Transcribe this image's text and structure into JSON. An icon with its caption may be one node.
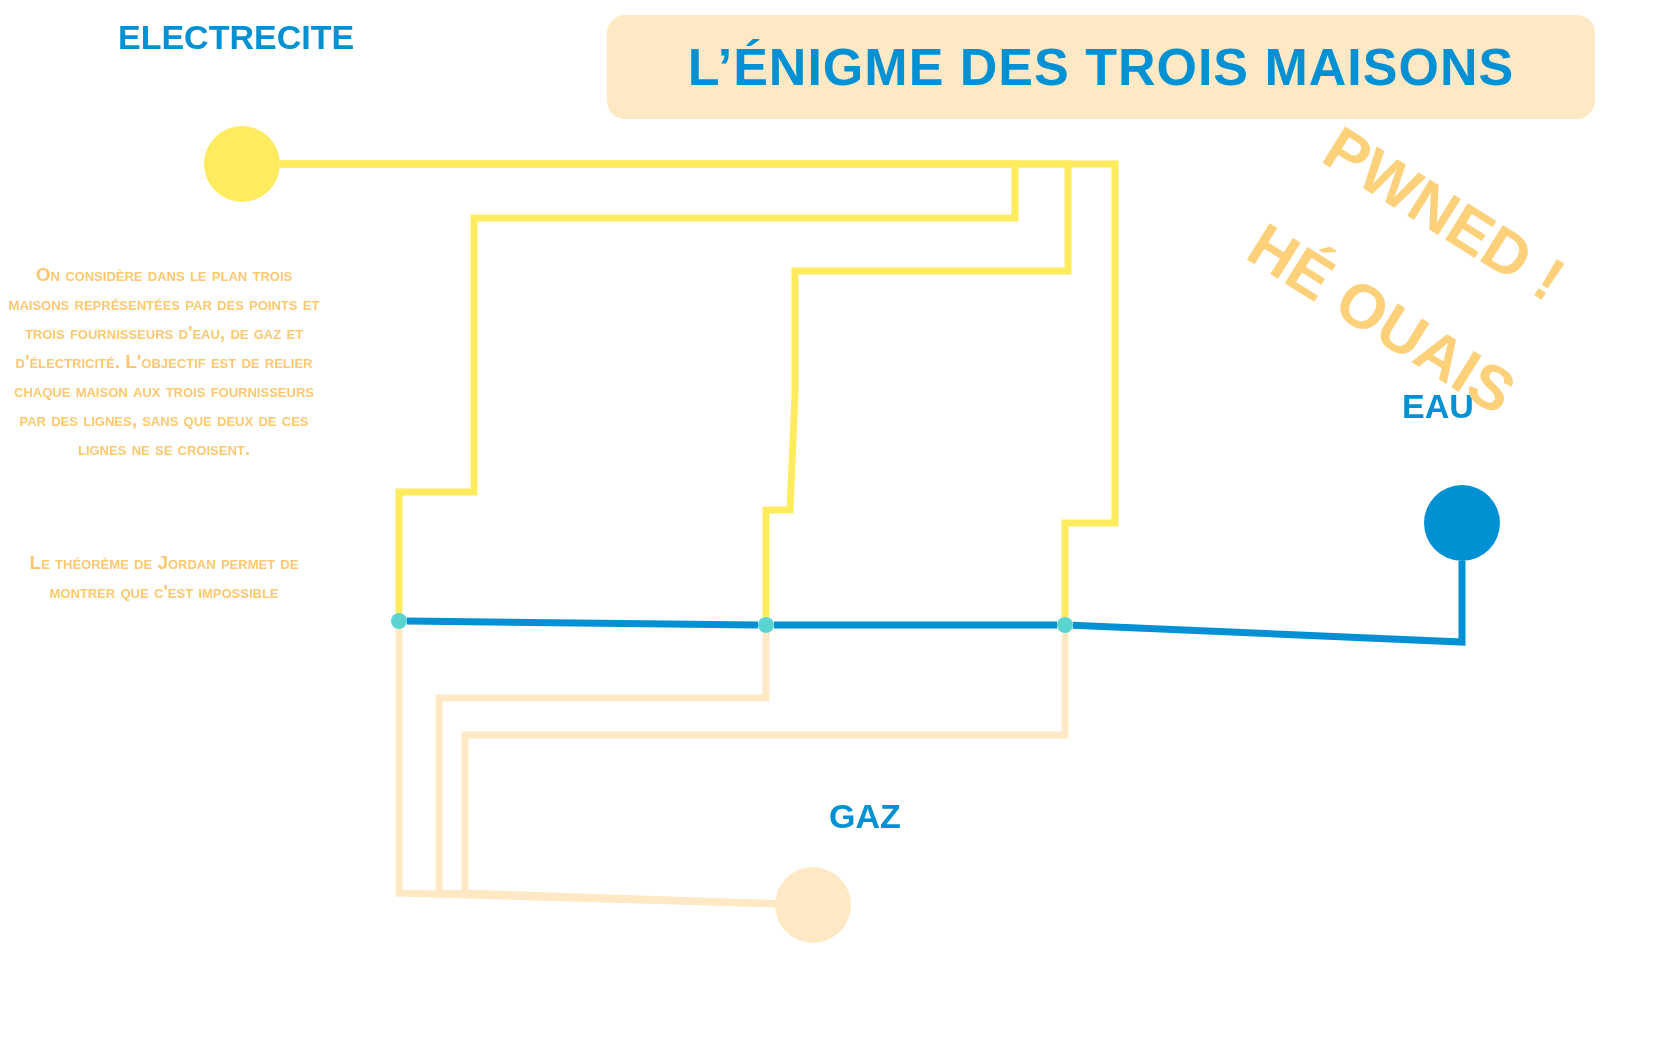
{
  "diagram": {
    "title": "L’ÉNIGME DES TROIS MAISONS",
    "nodes": [
      {
        "text": [
          "ELECTRECITE"
        ]
      },
      {
        "text": [
          "EAU"
        ]
      },
      {
        "text": [
          "GAZ"
        ]
      },
      {
        "text": [],
        "shape": "circle"
      },
      {
        "text": [],
        "shape": "circle"
      },
      {
        "text": [],
        "shape": "circle"
      }
    ],
    "edges": [
      {
        "from": 0,
        "to": 3,
        "arrow": "none",
        "color": "#ffec5e"
      },
      {
        "from": 0,
        "to": 4,
        "arrow": "none",
        "color": "#ffec5e"
      },
      {
        "from": 0,
        "to": 5,
        "arrow": "none",
        "color": "#ffec5e"
      },
      {
        "from": 1,
        "to": 5,
        "arrow": "none",
        "color": "#0090d4"
      },
      {
        "from": 5,
        "to": 4,
        "arrow": "none",
        "color": "#0090d4"
      },
      {
        "from": 4,
        "to": 3,
        "arrow": "none",
        "color": "#0090d4"
      },
      {
        "from": 2,
        "to": 3,
        "arrow": "none",
        "color": "#ffe9c4"
      },
      {
        "from": 2,
        "to": 4,
        "arrow": "none",
        "color": "#ffe9c4"
      },
      {
        "from": 2,
        "to": 5,
        "arrow": "none",
        "color": "#ffe9c4"
      }
    ],
    "labels": [
      "PWNED !",
      "HÉ OUAIS",
      "On considère dans le plan **trois maisons représentées par des points** et trois fournisseurs d'eau, de gaz et d'électricité. L'objectif est de relier chaque maison aux trois fournisseurs par des lignes, sans que deux de ces lignes ne se croisent.",
      "Le théorème de Jordan permet de montrer que **c'est impossible**"
    ]
  }
}
